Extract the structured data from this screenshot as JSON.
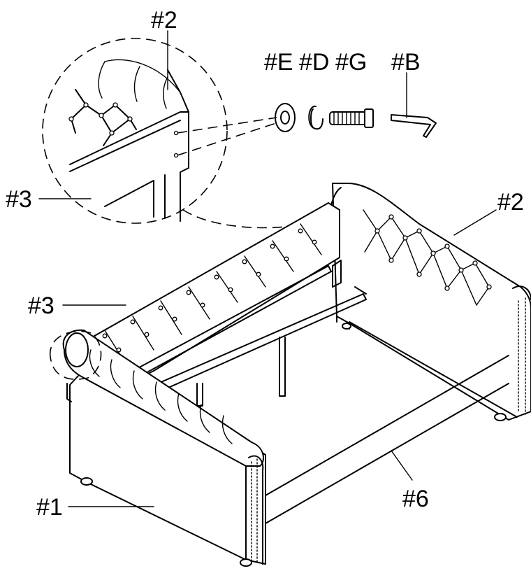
{
  "diagram": {
    "labels": {
      "part_e": "#E",
      "part_d": "#D",
      "part_g": "#G",
      "part_b": "#B",
      "part_2_detail": "#2",
      "part_2_back": "#2",
      "part_3_detail": "#3",
      "part_3_front": "#3",
      "part_1": "#1",
      "part_6": "#6"
    },
    "colors": {
      "line": "#000000",
      "background": "#ffffff"
    }
  }
}
